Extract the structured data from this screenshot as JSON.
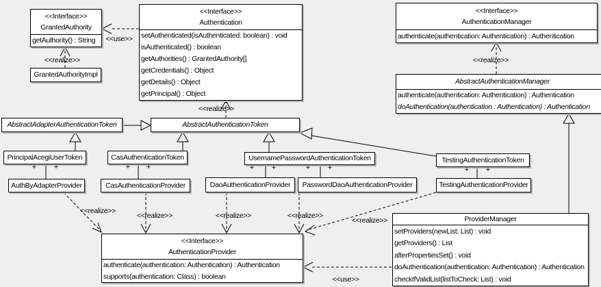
{
  "colors": {
    "background": "#efefef",
    "box_fill": "#ffffff",
    "border": "#000000",
    "shadow": "#b6b6b6"
  },
  "edge_labels": {
    "use": "<<use>>",
    "realize": "<<realize>>",
    "plus": "+"
  },
  "classes": {
    "granted_authority": {
      "stereotype": "<<Interface>>",
      "name": "GrantedAuthority",
      "methods": [
        "getAuthority() : String"
      ]
    },
    "granted_authority_impl": {
      "name": "GrantedAuthorityImpl"
    },
    "authentication": {
      "stereotype": "<<Interface>>",
      "name": "Authentication",
      "methods": [
        "setAuthenticated(isAuthenticated: boolean) : void",
        "isAuthenticated() : boolean",
        "getAuthorities() : GrantedAuthority[]",
        "getCredentials() : Object",
        "getDetails() : Object",
        "getPrincipal() : Object"
      ]
    },
    "authentication_manager": {
      "stereotype": "<<Interface>>",
      "name": "AuthenticationManager",
      "methods": [
        "authenticate(authentication: Authentication) : Authentication"
      ]
    },
    "abstract_authentication_manager": {
      "name": "AbstractAuthenticationManager",
      "methods": [
        "authenticate(authentication: Authentication) : Authentication",
        "doAuthentication(authentication : Authentication) : Authentication"
      ]
    },
    "abstract_adapter_authentication_token": {
      "name": "AbstractAdapterAuthenticationToken"
    },
    "abstract_authentication_token": {
      "name": "AbstractAuthenticationToken"
    },
    "principal_acegi_user_token": {
      "name": "PrincipalAcegiUserToken"
    },
    "cas_authentication_token": {
      "name": "CasAuthenticationToken"
    },
    "username_password_authentication_token": {
      "name": "UsernamePasswordAuthenticationToken"
    },
    "testing_authentication_token": {
      "name": "TestingAuthenticationToken"
    },
    "auth_by_adapter_provider": {
      "name": "AuthByAdapterProvider"
    },
    "cas_authentication_provider": {
      "name": "CasAuthenticationProvider"
    },
    "dao_authentication_provider": {
      "name": "DaoAuthenticationProvider"
    },
    "password_dao_authentication_provider": {
      "name": "PasswordDaoAuthenticationProvider"
    },
    "testing_authentication_provider": {
      "name": "TestingAuthenticationProvider"
    },
    "authentication_provider": {
      "stereotype": "<<Interface>>",
      "name": "AuthenticationProvider",
      "methods": [
        "authenticate(authentication: Authentication) : Authentication",
        "supports(authentication: Class) : boolean"
      ]
    },
    "provider_manager": {
      "name": "ProviderManager",
      "methods": [
        "setProviders(newList: List) : void",
        "getProviders() : List",
        "afterPropertiesSet() : void",
        "doAuthentication(authentication: Authentication) : Authentication",
        "checkIfValidList(listToCheck: List) : void"
      ]
    }
  }
}
